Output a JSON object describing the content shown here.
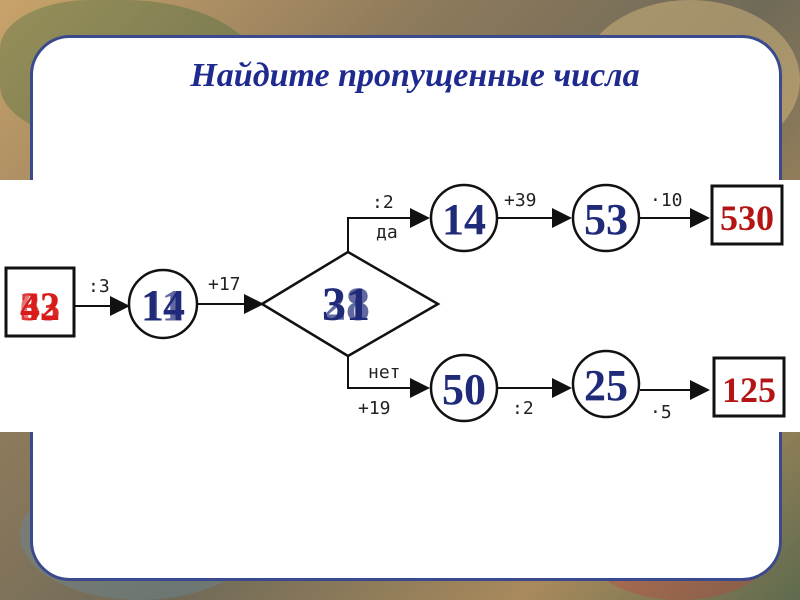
{
  "title": "Найдите пропущенные числа",
  "start_box": {
    "values": [
      "42",
      "33",
      "63"
    ]
  },
  "step1": {
    "op": ":3",
    "value": "14",
    "value_overlay": "11"
  },
  "step2": {
    "op": "+17",
    "value": "31",
    "value_overlay": "28"
  },
  "branch_yes": {
    "label": "да",
    "op1": ":2",
    "v1": "14",
    "op2": "+39",
    "v2": "53",
    "op3": "·10",
    "result": "530"
  },
  "branch_no": {
    "label": "нет",
    "op1": "+19",
    "v1": "50",
    "op2": ":2",
    "v2": "25",
    "op3": "·5",
    "result": "125"
  }
}
